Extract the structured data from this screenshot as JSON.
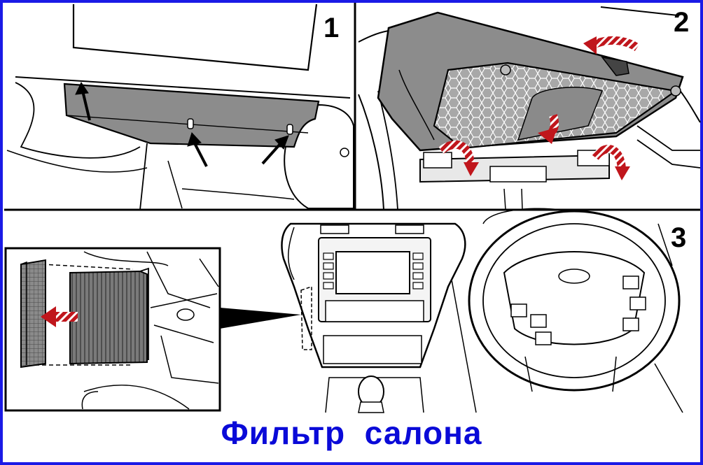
{
  "caption": "Фильтр  салона",
  "panels": [
    {
      "number": "1"
    },
    {
      "number": "2"
    },
    {
      "number": "3"
    }
  ],
  "colors": {
    "border": "#1a1ae6",
    "caption": "#0a0ad8",
    "part_fill": "#8c8c8c",
    "arrow_red": "#c0161c",
    "line": "#000000"
  }
}
